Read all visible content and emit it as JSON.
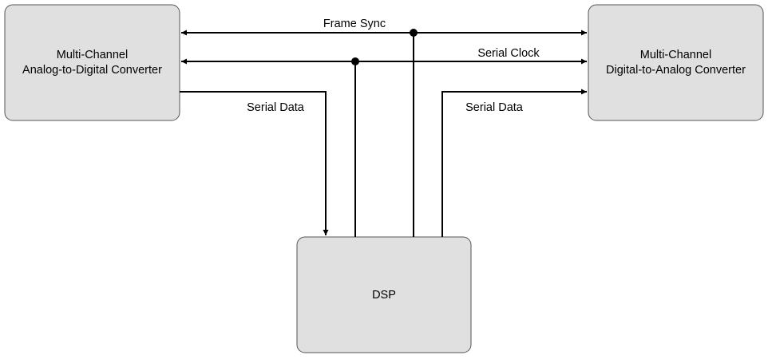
{
  "blocks": {
    "adc": {
      "line1": "Multi-Channel",
      "line2": "Analog-to-Digital Converter"
    },
    "dac": {
      "line1": "Multi-Channel",
      "line2": "Digital-to-Analog Converter"
    },
    "dsp": {
      "label": "DSP"
    }
  },
  "signals": {
    "frame_sync": "Frame Sync",
    "serial_clock": "Serial Clock",
    "serial_data_adc": "Serial Data",
    "serial_data_dac": "Serial Data"
  },
  "colors": {
    "block_fill": "#e0e0e0",
    "block_stroke": "#555555",
    "wire": "#000000"
  }
}
